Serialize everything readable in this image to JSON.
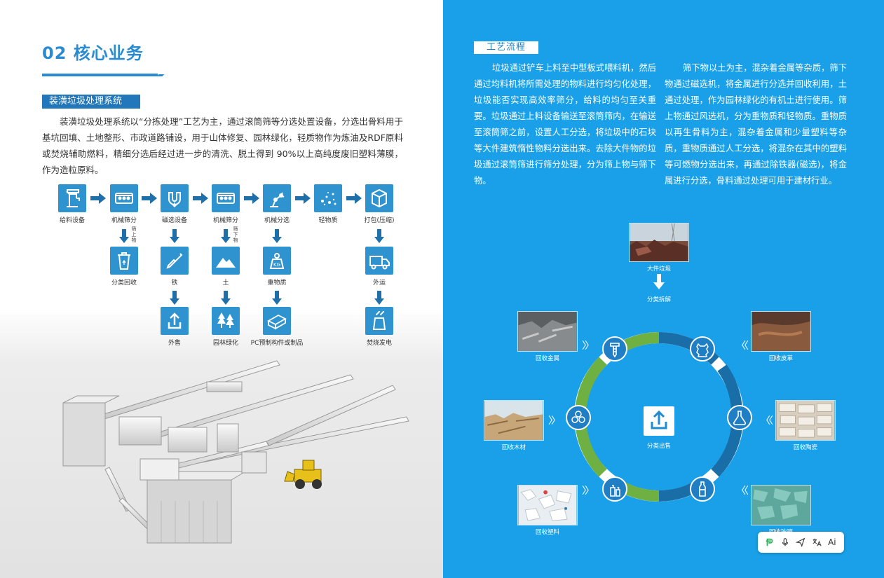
{
  "left": {
    "page_title": "02 核心业务",
    "section_title": "装潢垃圾处理系统",
    "section_body": "装潢垃圾处理系统以“分拣处理”工艺为主，通过滚筒筛等分选处置设备，分选出骨料用于基坑回填、土地整形、市政道路铺设，用于山体修复、园林绿化，轻质物作为炼油及RDF原料或焚烧辅助燃料，精细分选后经过进一步的清洗、脱土得到 90%以上高纯度废旧塑料薄膜，作为造粒原料。",
    "flow_row1": [
      "给料设备",
      "机械筛分",
      "磁选设备",
      "机械筛分",
      "机械分选",
      "轻物质",
      "打包(压缩)"
    ],
    "flow_row2": [
      "分类回收",
      "铁",
      "土",
      "重物质",
      "外运"
    ],
    "flow_row3": [
      "外售",
      "园林绿化",
      "PC预制构件或制品",
      "焚烧发电"
    ],
    "side_note_1": "筛上物",
    "side_note_2": "筛下物"
  },
  "right": {
    "section_title": "工艺流程",
    "col1": "垃圾通过铲车上料至中型板式喂料机，然后通过均料机将所需处理的物料进行均匀化处理，垃圾能否实现高效率筛分，给料的均匀至关重要。垃圾通过上料设备输送至滚筒筛内，在输送至滚筒筛之前，设置人工分选，将垃圾中的石块等大件建筑惰性物料分选出来。去除大件物的垃圾通过滚筒筛进行筛分处理，分为筛上物与筛下物。",
    "col2": "筛下物以土为主，混杂着金属等杂质，筛下物通过磁选机，将金属进行分选并回收利用，土通过处理，作为园林绿化的有机土进行使用。筛上物通过风选机，分为重物质和轻物质。重物质以再生骨料为主，混杂着金属和少量塑料等杂质，重物质通过人工分选，将混杂在其中的塑料等可燃物分选出来，再通过除铁器(磁选)，将金属进行分选，骨料通过处理可用于建材行业。",
    "top_photo_label": "大件垃圾",
    "top_step_label": "分类拆解",
    "center_label": "分类出售",
    "recycle_items": [
      "回收金属",
      "回收皮革",
      "回收木材",
      "回收陶瓷",
      "回收塑料",
      "回收玻璃"
    ],
    "chevron": "〉〉",
    "chevron_rev": "〈〈"
  },
  "toolbar": {
    "btn_ai": "Ai"
  },
  "colors": {
    "accent_blue": "#2a8bd0",
    "right_bg": "#1aa0e8",
    "ring_green": "#6fb043",
    "ring_blue": "#1a6ea8"
  }
}
